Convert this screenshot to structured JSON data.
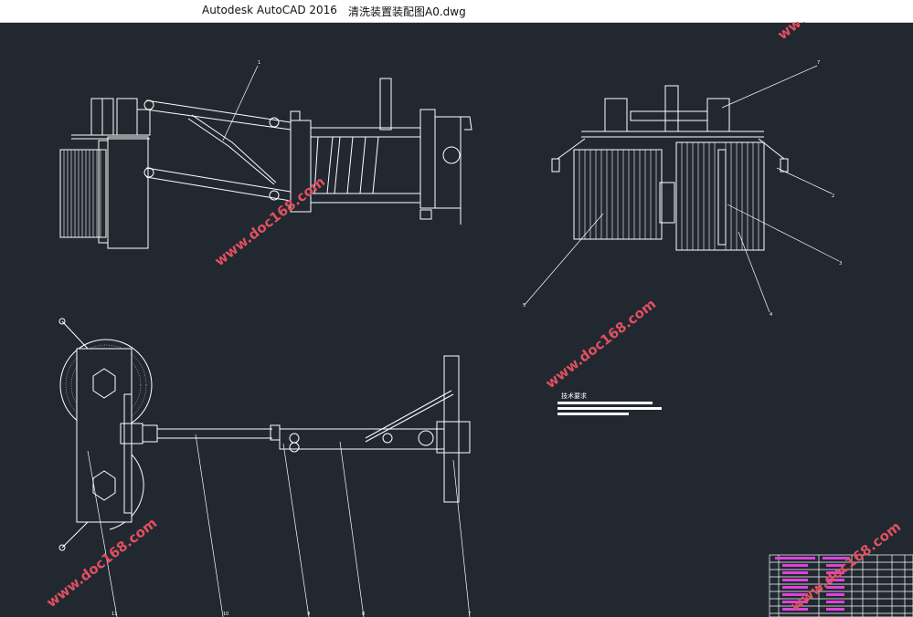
{
  "window": {
    "app_title": "Autodesk AutoCAD 2016",
    "file_name": "清洗装置装配图A0.dwg"
  },
  "drawing": {
    "tech_requirements_title": "技术要求",
    "balloons": [
      "1",
      "7",
      "2",
      "3",
      "4",
      "5",
      "11",
      "10",
      "9",
      "8",
      "7"
    ]
  },
  "watermark": {
    "text": "www.doc168.com",
    "color": "#e05060"
  },
  "colors": {
    "background": "#212830",
    "lines": "#ffffff",
    "table_text": "#e040e0"
  }
}
